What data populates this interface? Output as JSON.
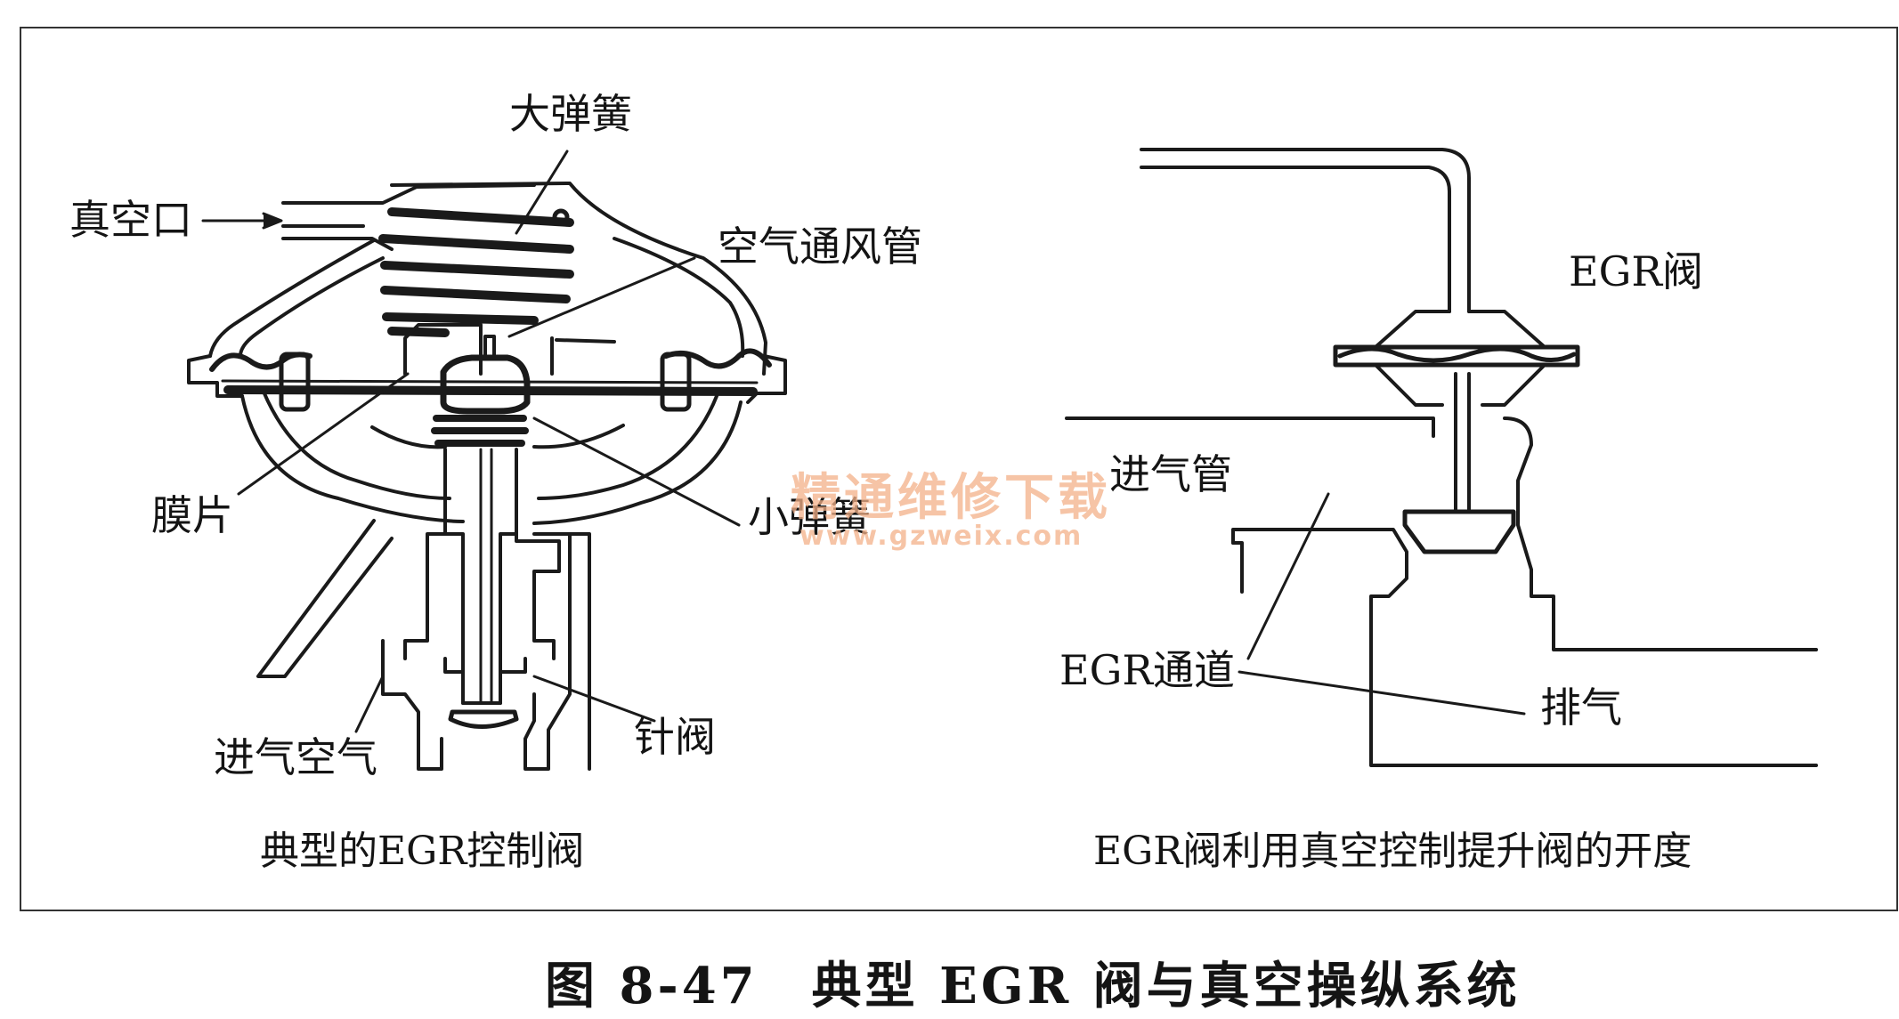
{
  "left_diagram": {
    "labels": {
      "big_spring": "大弹簧",
      "vacuum_port": "真空口",
      "air_vent_tube": "空气通风管",
      "diaphragm": "膜片",
      "small_spring": "小弹簧",
      "intake_air": "进气空气",
      "needle_valve": "针阀"
    },
    "caption": "典型的EGR控制阀"
  },
  "right_diagram": {
    "labels": {
      "egr_valve": "EGR阀",
      "intake_pipe": "进气管",
      "egr_passage": "EGR通道",
      "exhaust": "排气"
    },
    "caption": "EGR阀利用真空控制提升阀的开度"
  },
  "figure_title": "图 8-47　典型 EGR 阀与真空操纵系统",
  "watermark": {
    "name": "精通维修下载",
    "url": "www.gzweix.com"
  }
}
